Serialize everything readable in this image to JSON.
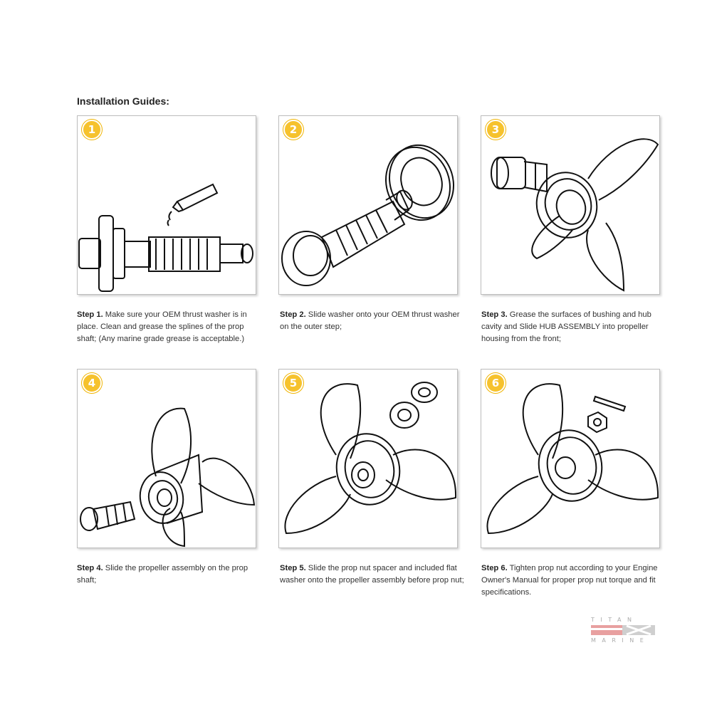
{
  "heading": "Installation Guides:",
  "steps": [
    {
      "number": "1",
      "label": "Step 1.",
      "text": "Make sure your OEM thrust washer is in place. Clean and grease the splines of the prop shaft; (Any marine grade grease is acceptable.)"
    },
    {
      "number": "2",
      "label": "Step 2.",
      "text": "Slide washer onto your OEM thrust washer on the outer step;"
    },
    {
      "number": "3",
      "label": "Step 3.",
      "text": "Grease the surfaces of bushing and hub cavity and Slide HUB ASSEMBLY into propeller housing from the front;"
    },
    {
      "number": "4",
      "label": "Step 4.",
      "text": "Slide the propeller assembly on the prop shaft;"
    },
    {
      "number": "5",
      "label": "Step 5.",
      "text": "Slide the prop nut spacer and included flat washer onto the propeller assembly before prop nut;"
    },
    {
      "number": "6",
      "label": "Step 6.",
      "text": "Tighten prop nut according to your Engine Owner's Manual for proper prop nut torque and fit specifications."
    }
  ],
  "logo": {
    "top": "TITAN",
    "bottom": "MARINE",
    "accent_color": "#e8a0a0"
  }
}
